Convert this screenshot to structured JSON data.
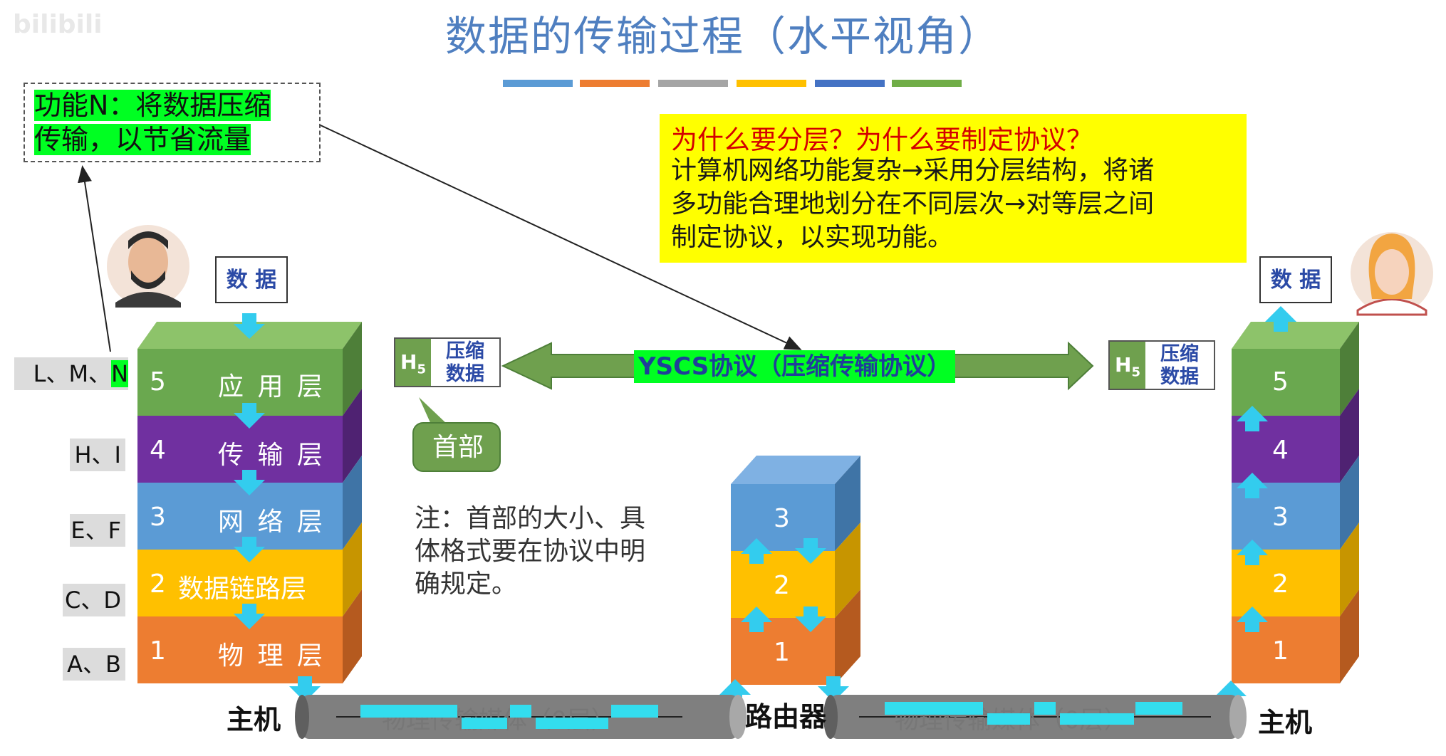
{
  "title": "数据的传输过程（水平视角）",
  "watermark": "bilibili",
  "title_bar_colors": [
    "#5b9bd5",
    "#ed7d31",
    "#a5a5a5",
    "#ffc000",
    "#4472c4",
    "#70ad47"
  ],
  "function_box": {
    "line1": "功能N：将数据压缩",
    "line2": "传输，以节省流量"
  },
  "question_box": {
    "question": "为什么要分层？为什么要制定协议？",
    "answer_line1": "计算机网络功能复杂→采用分层结构，将诸",
    "answer_line2": "多功能合理地划分在不同层次→对等层之间",
    "answer_line3": "制定协议，以实现功能。"
  },
  "side_labels": {
    "l5_prefix": "L、M、",
    "l5_highlight": "N",
    "l4": "H、I",
    "l3": "E、F",
    "l2": "C、D",
    "l1": "A、B"
  },
  "left_host": {
    "data_label": "数 据",
    "layers": [
      {
        "num": "5",
        "name": "应 用 层",
        "color": "#6aa84f"
      },
      {
        "num": "4",
        "name": "传 输 层",
        "color": "#7030a0"
      },
      {
        "num": "3",
        "name": "网 络 层",
        "color": "#5b9bd5"
      },
      {
        "num": "2",
        "name": "数据链路层",
        "color": "#ffc000"
      },
      {
        "num": "1",
        "name": "物 理 层",
        "color": "#ed7d31"
      }
    ],
    "label": "主机"
  },
  "router": {
    "layers": [
      "3",
      "2",
      "1"
    ],
    "label": "路由器"
  },
  "right_host": {
    "data_label": "数 据",
    "layers": [
      "5",
      "4",
      "3",
      "2",
      "1"
    ],
    "label": "主机"
  },
  "protocol": {
    "label": "YSCS协议（压缩传输协议）",
    "h5_letter": "H",
    "h5_sub": "5",
    "payload_line1": "压缩",
    "payload_line2": "数据"
  },
  "header_bubble": "首部",
  "note": {
    "line1": "注：首部的大小、具",
    "line2": "体格式要在协议中明",
    "line3": "确规定。"
  },
  "cable_left": "物理传输媒体（0层）",
  "cable_right": "物理传输媒体（0层）"
}
